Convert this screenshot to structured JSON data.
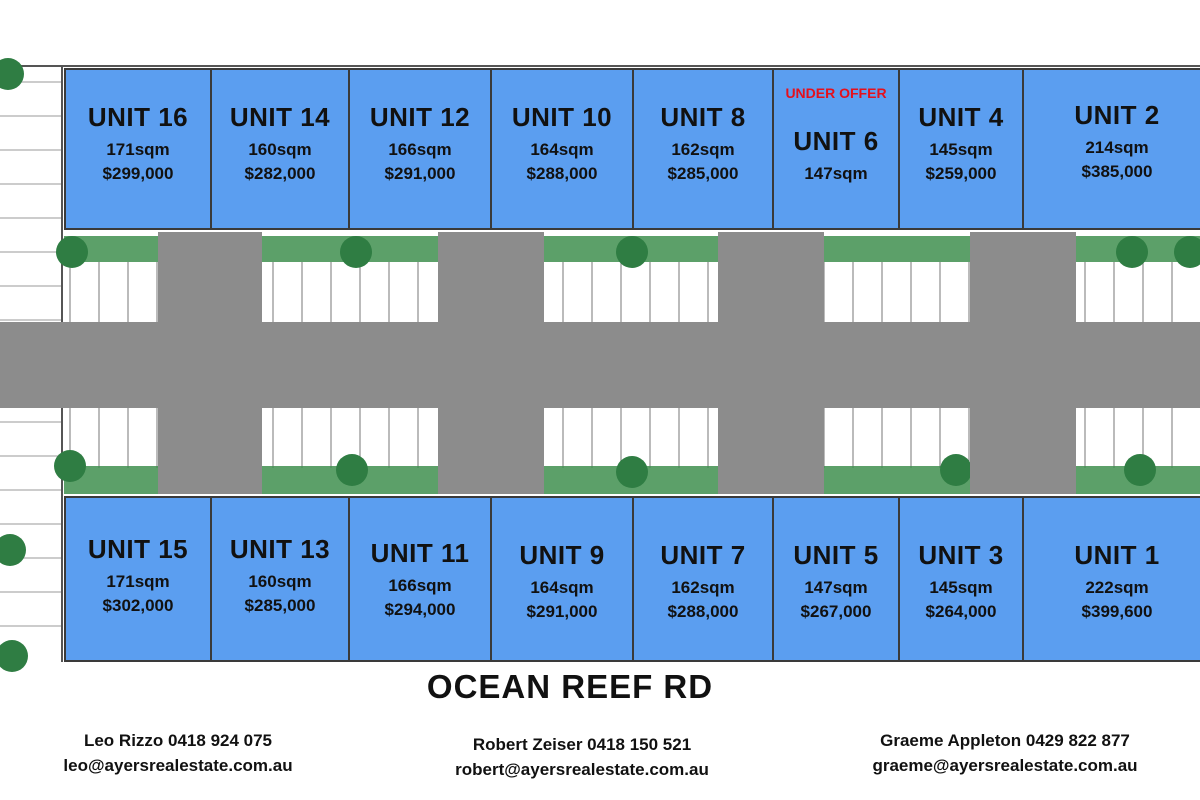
{
  "road_name": "OCEAN REEF RD",
  "colors": {
    "unit_fill": "#5b9ef0",
    "driveway": "#8c8c8c",
    "landscape": "#3f8f4f",
    "badge": "#e5101c"
  },
  "top_units": [
    {
      "name": "UNIT 16",
      "area": "171sqm",
      "price": "$299,000",
      "badge": ""
    },
    {
      "name": "UNIT 14",
      "area": "160sqm",
      "price": "$282,000",
      "badge": ""
    },
    {
      "name": "UNIT 12",
      "area": "166sqm",
      "price": "$291,000",
      "badge": ""
    },
    {
      "name": "UNIT 10",
      "area": "164sqm",
      "price": "$288,000",
      "badge": ""
    },
    {
      "name": "UNIT 8",
      "area": "162sqm",
      "price": "$285,000",
      "badge": ""
    },
    {
      "name": "UNIT 6",
      "area": "147sqm",
      "price": "",
      "badge": "UNDER OFFER"
    },
    {
      "name": "UNIT 4",
      "area": "145sqm",
      "price": "$259,000",
      "badge": ""
    },
    {
      "name": "UNIT 2",
      "area": "214sqm",
      "price": "$385,000",
      "badge": ""
    }
  ],
  "bottom_units": [
    {
      "name": "UNIT 15",
      "area": "171sqm",
      "price": "$302,000"
    },
    {
      "name": "UNIT 13",
      "area": "160sqm",
      "price": "$285,000"
    },
    {
      "name": "UNIT 11",
      "area": "166sqm",
      "price": "$294,000"
    },
    {
      "name": "UNIT 9",
      "area": "164sqm",
      "price": "$291,000"
    },
    {
      "name": "UNIT 7",
      "area": "162sqm",
      "price": "$288,000"
    },
    {
      "name": "UNIT 5",
      "area": "147sqm",
      "price": "$267,000"
    },
    {
      "name": "UNIT 3",
      "area": "145sqm",
      "price": "$264,000"
    },
    {
      "name": "UNIT 1",
      "area": "222sqm",
      "price": "$399,600"
    }
  ],
  "contacts": [
    {
      "line": "Leo Rizzo 0418 924 075",
      "email": "leo@ayersrealestate.com.au"
    },
    {
      "line": "Robert Zeiser 0418 150 521",
      "email": "robert@ayersrealestate.com.au"
    },
    {
      "line": "Graeme Appleton 0429 822 877",
      "email": "graeme@ayersrealestate.com.au"
    }
  ]
}
